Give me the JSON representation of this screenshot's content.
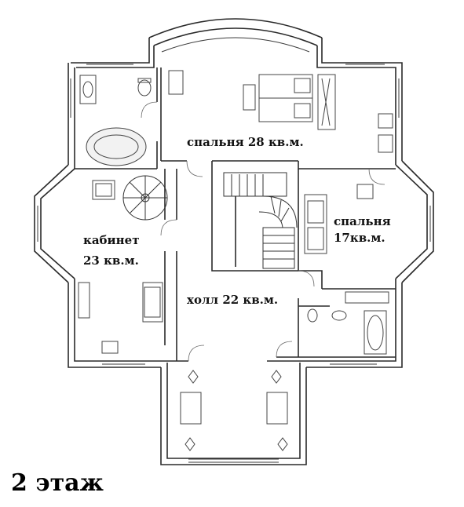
{
  "floor_title": "2 этаж",
  "rooms": {
    "bedroom_large": {
      "name": "спальня 28 кв.м."
    },
    "bedroom_small": {
      "name": "спальня",
      "area": "17кв.м."
    },
    "study": {
      "name": "кабинет",
      "area": "23 кв.м."
    },
    "hall": {
      "name": "холл 22 кв.м."
    }
  }
}
